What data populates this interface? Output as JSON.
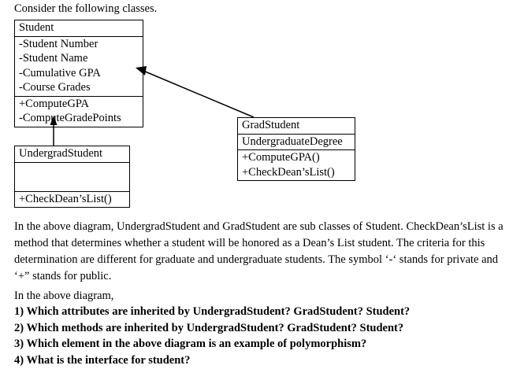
{
  "document": {
    "intro": "Consider the following classes.",
    "explanation": "In the above diagram, UndergradStudent and GradStudent are sub classes of Student. CheckDean’sList is a method that determines whether a student will be honored as a Dean’s List student. The criteria for this determination are different for graduate and undergraduate students. The symbol ‘-‘ stands for private and ‘+” stands for public.",
    "above_diagram_line": "In the above diagram,"
  },
  "diagram": {
    "type": "uml-class-diagram",
    "classes": [
      {
        "id": "student",
        "name": "Student",
        "attributes": [
          "-Student Number",
          "-Student Name",
          "-Cumulative GPA",
          "-Course Grades"
        ],
        "methods": [
          "+ComputeGPA",
          "-ComputeGradePoints"
        ]
      },
      {
        "id": "undergrad-student",
        "name": "UndergradStudent",
        "attributes": [],
        "methods": [
          "+CheckDean’sList()"
        ]
      },
      {
        "id": "grad-student",
        "name": "GradStudent",
        "attributes": [
          "UndergraduateDegree"
        ],
        "methods": [
          "+ComputeGPA()",
          "+CheckDean’sList()"
        ]
      }
    ],
    "relationships": [
      {
        "id": "undergrad-inherits-student",
        "kind": "inheritance",
        "from": "UndergradStudent",
        "to": "Student"
      },
      {
        "id": "grad-inherits-student",
        "kind": "inheritance",
        "from": "GradStudent",
        "to": "Student"
      }
    ]
  },
  "questions": [
    "1) Which attributes are inherited by UndergradStudent? GradStudent? Student?",
    "2) Which methods are inherited by UndergradStudent? GradStudent? Student?",
    "3) Which element in the above diagram is an example of polymorphism?",
    "4) What is the interface for student?"
  ],
  "colors": {
    "page_background": "#ffffff",
    "text": "#000000",
    "box_border": "#000000"
  }
}
